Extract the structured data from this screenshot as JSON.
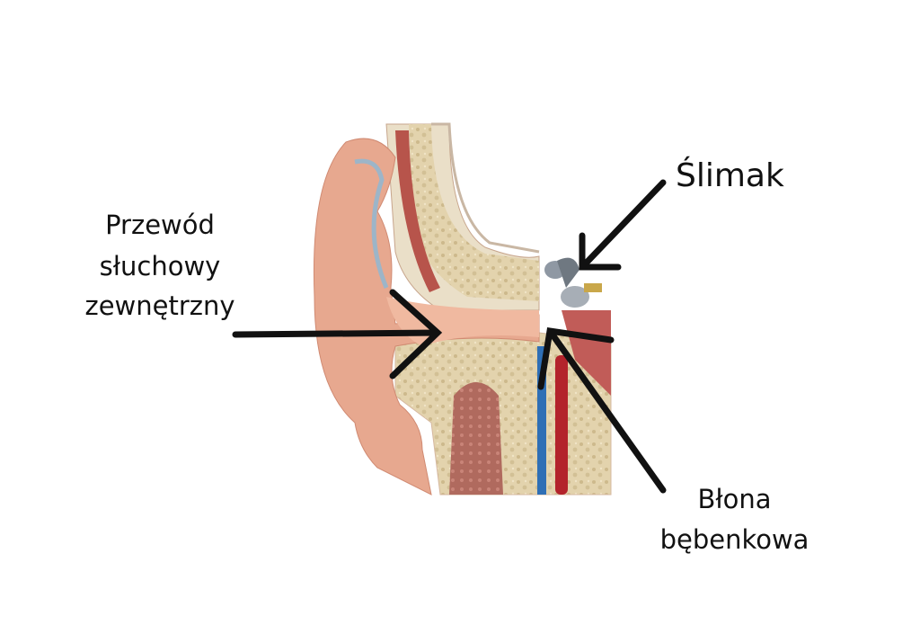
{
  "labels": {
    "ear_canal": [
      "Przewód",
      "słuchowy",
      "zewnętrzny"
    ],
    "cochlea": "Ślimak",
    "eardrum": [
      "Błona",
      "bębenkowa"
    ]
  },
  "colors": {
    "arrow": "#111111",
    "skin": "#e7a88f",
    "bone": "#e3d3ad",
    "muscle": "#b8504a",
    "vein": "#2f6fb5",
    "artery": "#b3232b"
  }
}
